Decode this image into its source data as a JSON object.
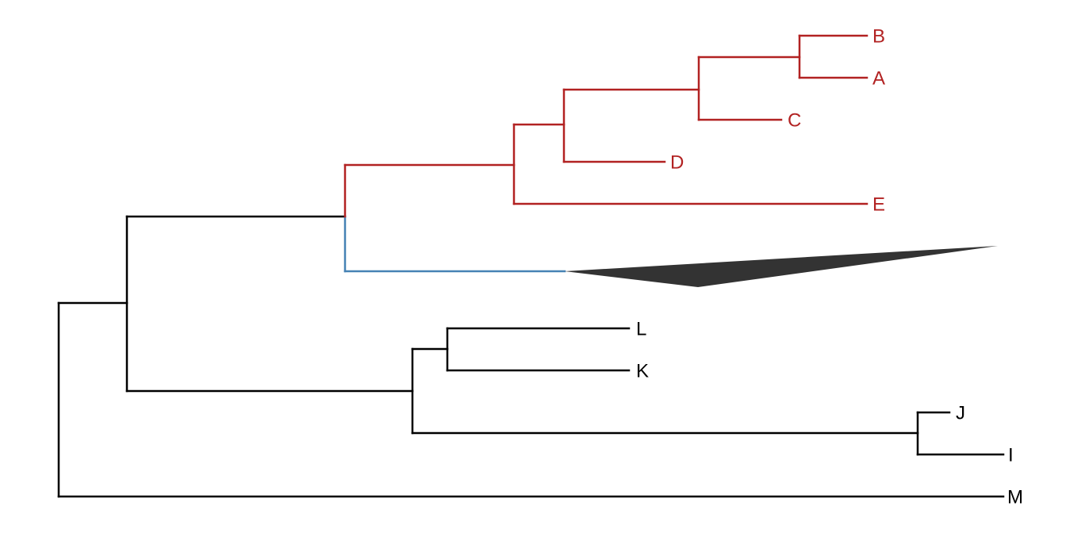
{
  "colors": {
    "highlight": "#B22222",
    "collapsed_branch": "#4682B4",
    "default": "#000000",
    "collapsed_clade_fill": "#333333"
  },
  "tips": {
    "B": "B",
    "A": "A",
    "C": "C",
    "D": "D",
    "E": "E",
    "L": "L",
    "K": "K",
    "J": "J",
    "I": "I",
    "M": "M"
  }
}
